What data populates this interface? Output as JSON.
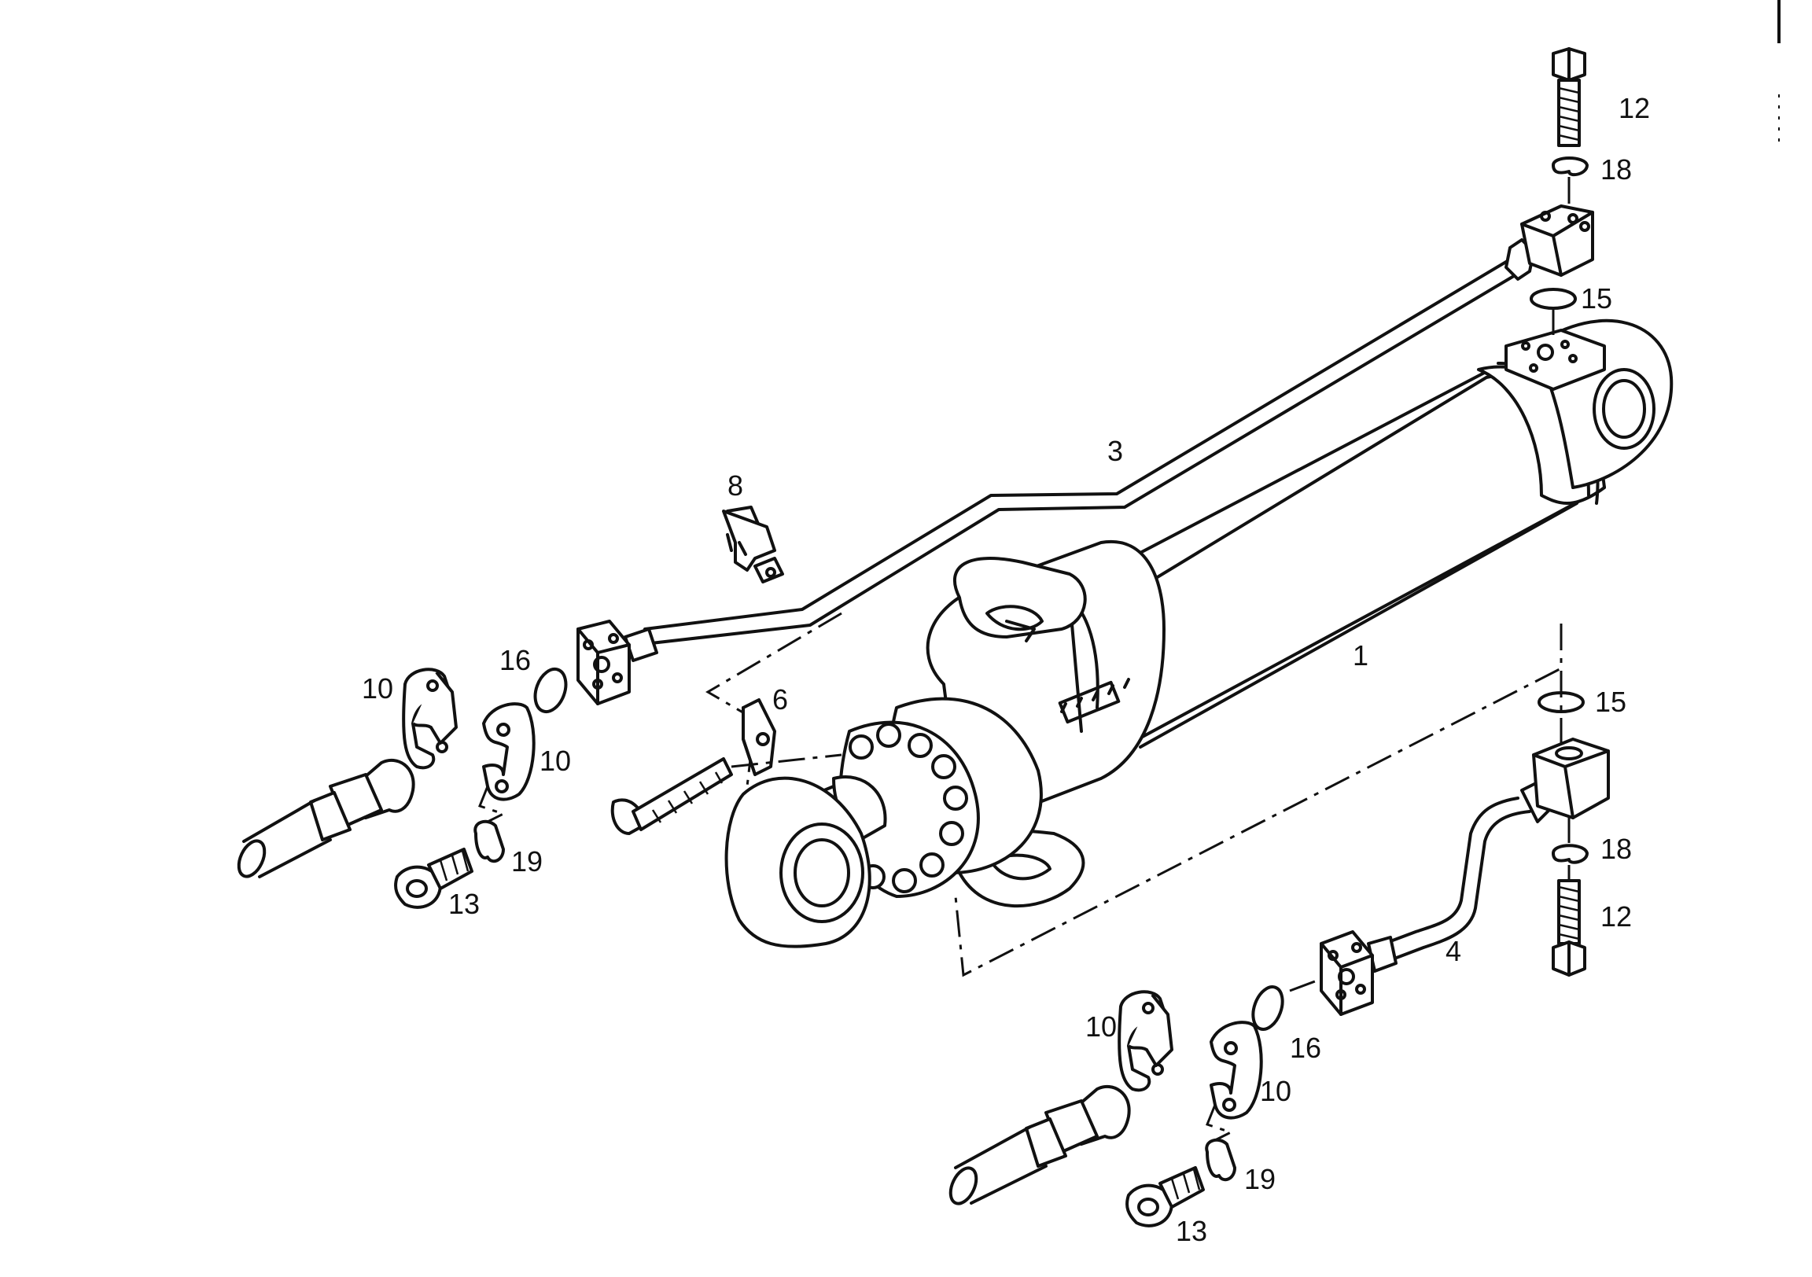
{
  "callouts": [
    {
      "key": "c12a",
      "text": "12"
    },
    {
      "key": "c18a",
      "text": "18"
    },
    {
      "key": "c15a",
      "text": "15"
    },
    {
      "key": "c3",
      "text": "3"
    },
    {
      "key": "c8",
      "text": "8"
    },
    {
      "key": "c16a",
      "text": "16"
    },
    {
      "key": "c10a",
      "text": "10"
    },
    {
      "key": "c10b",
      "text": "10"
    },
    {
      "key": "c6",
      "text": "6"
    },
    {
      "key": "c19a",
      "text": "19"
    },
    {
      "key": "c13a",
      "text": "13"
    },
    {
      "key": "c1",
      "text": "1"
    },
    {
      "key": "c15b",
      "text": "15"
    },
    {
      "key": "c18b",
      "text": "18"
    },
    {
      "key": "c12b",
      "text": "12"
    },
    {
      "key": "c4",
      "text": "4"
    },
    {
      "key": "c16b",
      "text": "16"
    },
    {
      "key": "c10c",
      "text": "10"
    },
    {
      "key": "c10d",
      "text": "10"
    },
    {
      "key": "c19b",
      "text": "19"
    },
    {
      "key": "c13b",
      "text": "13"
    }
  ]
}
